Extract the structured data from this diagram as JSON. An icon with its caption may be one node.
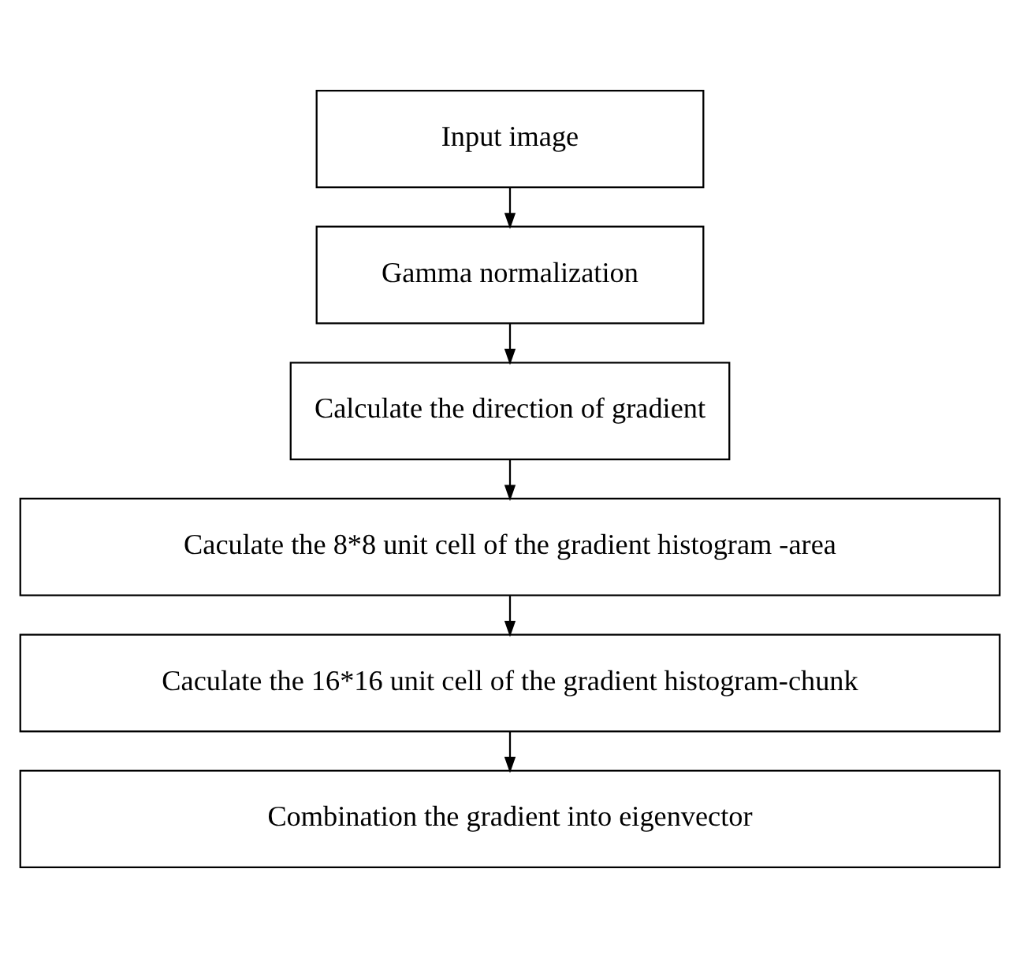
{
  "diagram": {
    "nodes": [
      {
        "text": [
          "Input image"
        ]
      },
      {
        "text": [
          "Gamma normalization"
        ]
      },
      {
        "text": [
          "Calculate the direction of gradient"
        ]
      },
      {
        "text": [
          "Caculate the 8*8 unit cell of the gradient histogram -area"
        ]
      },
      {
        "text": [
          "Caculate the 16*16 unit cell of the gradient histogram-chunk"
        ]
      },
      {
        "text": [
          "Combination the gradient into eigenvector"
        ]
      }
    ],
    "edges": [
      {
        "from": 0,
        "to": 1,
        "arrow": "to"
      },
      {
        "from": 1,
        "to": 2,
        "arrow": "to"
      },
      {
        "from": 2,
        "to": 3,
        "arrow": "to"
      },
      {
        "from": 3,
        "to": 4,
        "arrow": "to"
      },
      {
        "from": 4,
        "to": 5,
        "arrow": "to"
      }
    ]
  }
}
